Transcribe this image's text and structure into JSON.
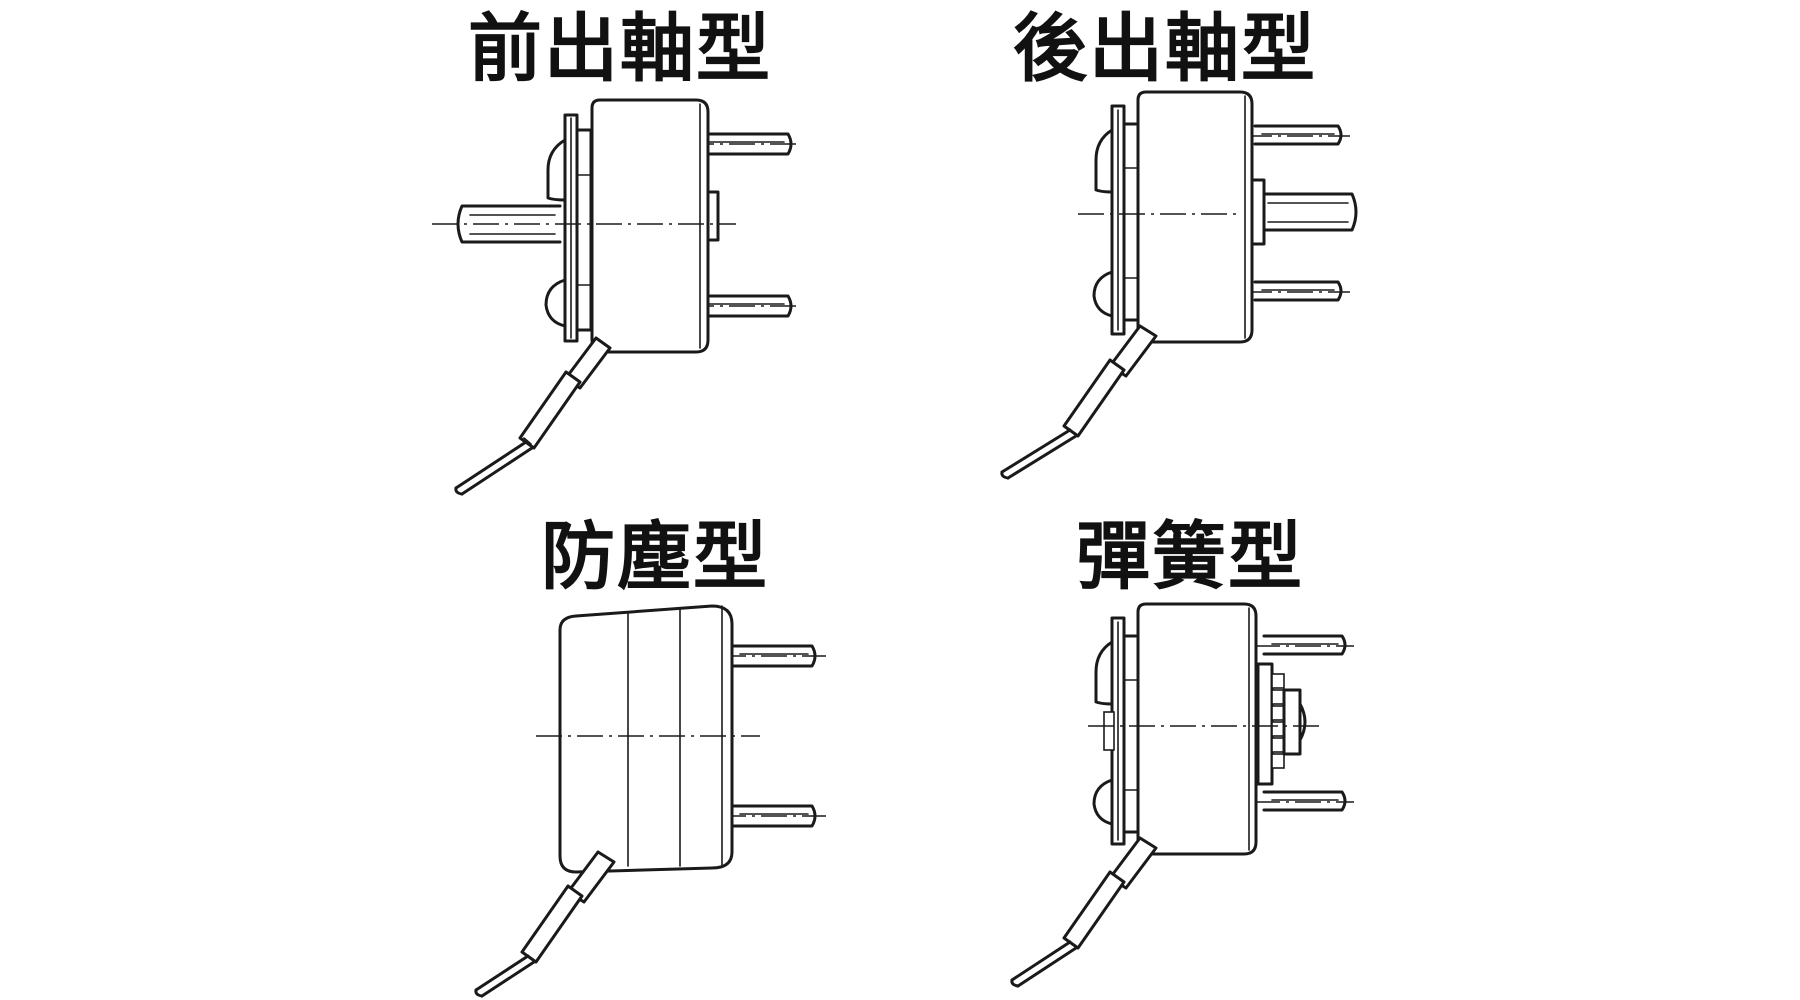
{
  "panels": [
    {
      "id": "front",
      "title": "前出軸型"
    },
    {
      "id": "rear",
      "title": "後出軸型"
    },
    {
      "id": "dust",
      "title": "防塵型"
    },
    {
      "id": "spring",
      "title": "彈簧型"
    }
  ],
  "colors": {
    "ink": "#1a1a1a",
    "background": "#ffffff"
  }
}
